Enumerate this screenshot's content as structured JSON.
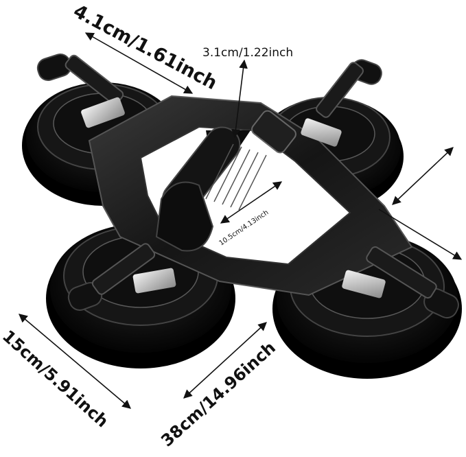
{
  "product": {
    "description_colors": {
      "body": "#0b0b0b",
      "frame": "#1c1c1c",
      "highlight": "#bdbdbd",
      "chrome": "#d9d9d9",
      "background": "#ffffff"
    }
  },
  "dimensions": {
    "cup_diameter_small": "4.1cm/1.61inch",
    "handle_height": "3.1cm/1.22inch",
    "handle_length": "10.5cm/4.13inch",
    "cup_diameter": "15cm/5.91inch",
    "total_span": "38cm/14.96inch"
  },
  "icons": {
    "arrow": "double-arrow-icon"
  }
}
